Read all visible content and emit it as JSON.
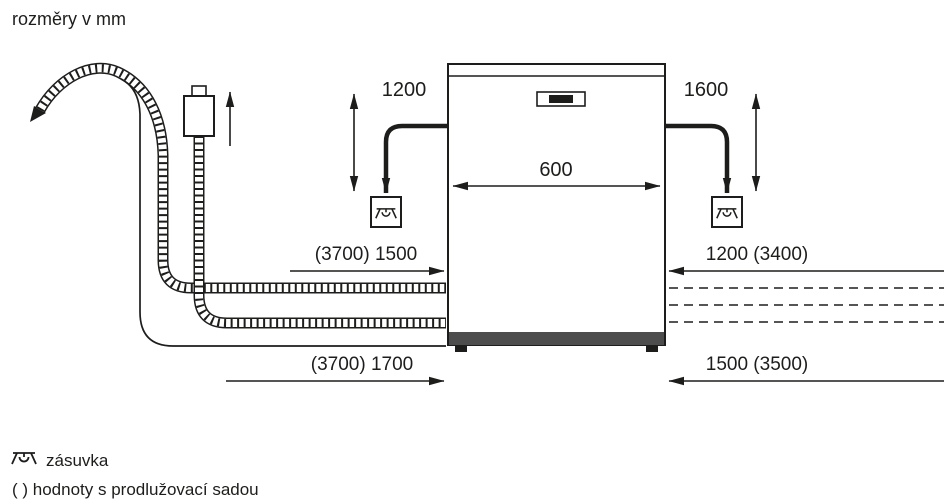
{
  "title": "rozměry v mm",
  "dimensions": {
    "cable_left": "1200",
    "cable_right": "1600",
    "appliance_width": "600",
    "hose_top_left": "(3700) 1500",
    "hose_top_right": "1200 (3400)",
    "hose_bottom_left": "(3700) 1700",
    "hose_bottom_right": "1500 (3500)"
  },
  "legend": {
    "socket": "zásuvka",
    "note": "( ) hodnoty s prodlužovací sadou"
  },
  "colors": {
    "line": "#1d1d1b",
    "appliance_base": "#4d4d4d",
    "background": "#ffffff"
  }
}
